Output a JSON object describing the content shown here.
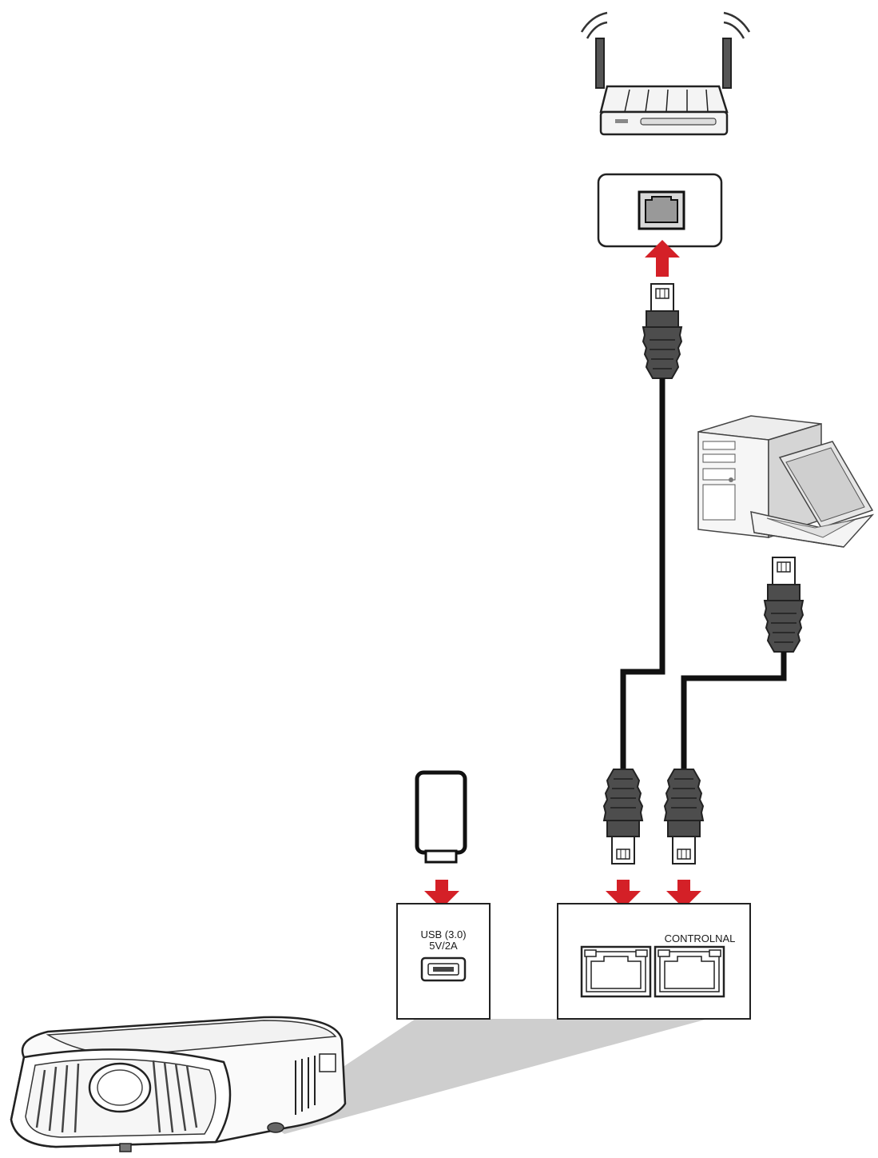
{
  "usb_panel": {
    "label_line1": "USB (3.0)",
    "label_line2": "5V/2A"
  },
  "network_panel": {
    "label": "CONTROLNAL"
  },
  "colors": {
    "arrow": "#d42027",
    "plug_body": "#5a5a5a",
    "cable": "#111111",
    "beam": "#c8c8c8",
    "outline": "#222222"
  },
  "icons": {
    "router": "router-icon",
    "wall_jack": "rj45-wall-jack-icon",
    "computer": "desktop-tower-icon",
    "laptop": "laptop-icon",
    "usb_drive": "usb-flash-drive-icon",
    "projector": "projector-icon"
  }
}
